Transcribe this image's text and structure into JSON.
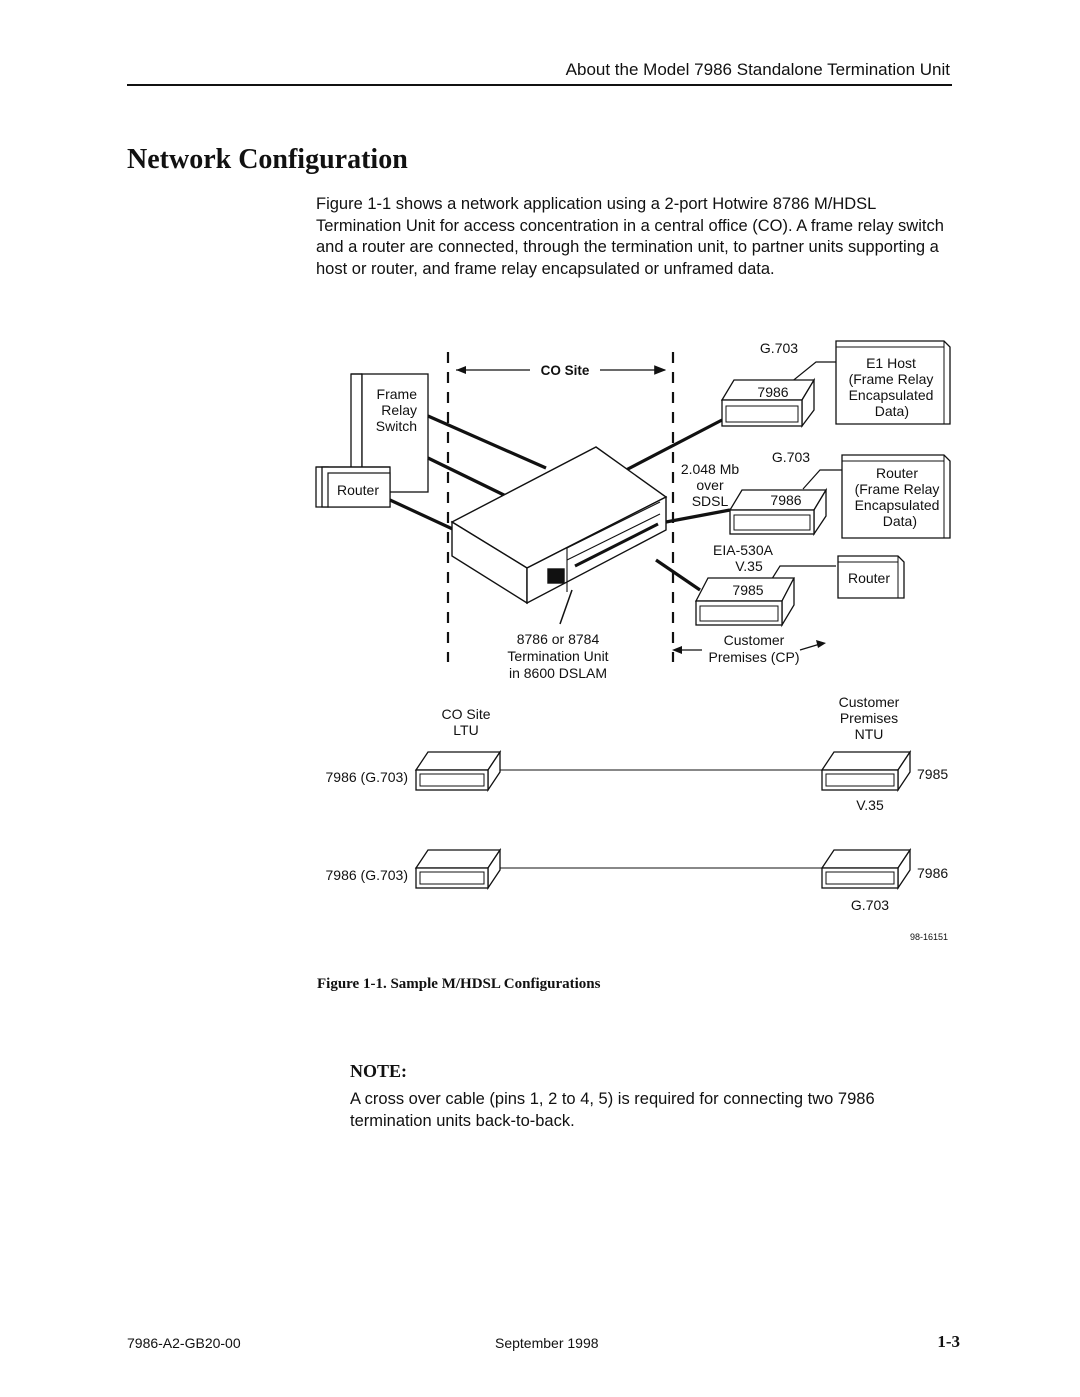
{
  "header": {
    "title": "About the Model 7986 Standalone Termination Unit"
  },
  "section": {
    "title": "Network Configuration",
    "intro": "Figure 1-1 shows a network application using a 2-port Hotwire 8786 M/HDSL Termination Unit for access concentration in a central office (CO). A frame relay switch and a router are connected, through the termination unit, to partner units supporting a host or router, and frame relay encapsulated or unframed data."
  },
  "figure": {
    "co_site_span": "CO Site",
    "frame_relay_switch": [
      "Frame",
      "Relay",
      "Switch"
    ],
    "router_left": "Router",
    "dslam_label": [
      "8786 or 8784",
      "Termination Unit",
      "in 8600 DSLAM"
    ],
    "customer_premises_span": [
      "Customer",
      "Premises (CP)"
    ],
    "g703_top": "G.703",
    "unit_top": "7986",
    "e1_host": [
      "E1 Host",
      "(Frame Relay",
      "Encapsulated",
      "Data)"
    ],
    "g703_mid": "G.703",
    "sdsl_label": [
      "2.048 Mb",
      "over",
      "SDSL"
    ],
    "unit_mid": "7986",
    "router_right": [
      "Router",
      "(Frame Relay",
      "Encapsulated",
      "Data)"
    ],
    "eia_label": [
      "EIA-530A",
      "V.35"
    ],
    "unit_bottom": "7985",
    "router_bottom": "Router",
    "co_site_ltu": [
      "CO Site",
      "LTU"
    ],
    "cp_ntu": [
      "Customer",
      "Premises",
      "NTU"
    ],
    "ltu_row1": "7986 (G.703)",
    "ntu_row1": "7985",
    "ntu_row1_interface": "V.35",
    "ltu_row2": "7986 (G.703)",
    "ntu_row2": "7986",
    "ntu_row2_interface": "G.703",
    "figure_id": "98-16151",
    "caption": "Figure 1-1.   Sample M/HDSL Configurations"
  },
  "note": {
    "title": "NOTE:",
    "body": "A cross over cable (pins 1, 2 to 4, 5) is required for connecting two 7986 termination units back-to-back."
  },
  "footer": {
    "doc_number": "7986-A2-GB20-00",
    "date": "September 1998",
    "page": "1-3"
  }
}
